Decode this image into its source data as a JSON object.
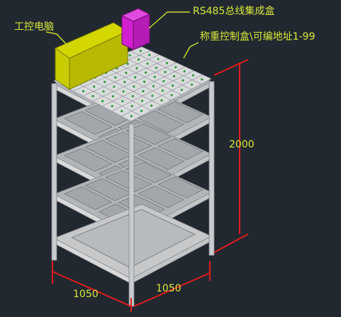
{
  "labels": {
    "industrial_pc": "工控电脑",
    "rs485_box": "RS485总线集成盒",
    "weighing_box": "称重控制盒\\可编地址1-99",
    "height_dim": "2000",
    "width_dim_left": "1050",
    "width_dim_right": "1050"
  },
  "colors": {
    "background": "#212830",
    "label_text": "#d8e83a",
    "dimension_line": "#e31b1b",
    "leader_line": "#c8d82c",
    "frame": "#c8cbcf",
    "shelf": "#b3b6b9",
    "pc_box": "#d4d600",
    "rs485_box": "#d21fd2",
    "module_dot": "#2e9b3c"
  }
}
